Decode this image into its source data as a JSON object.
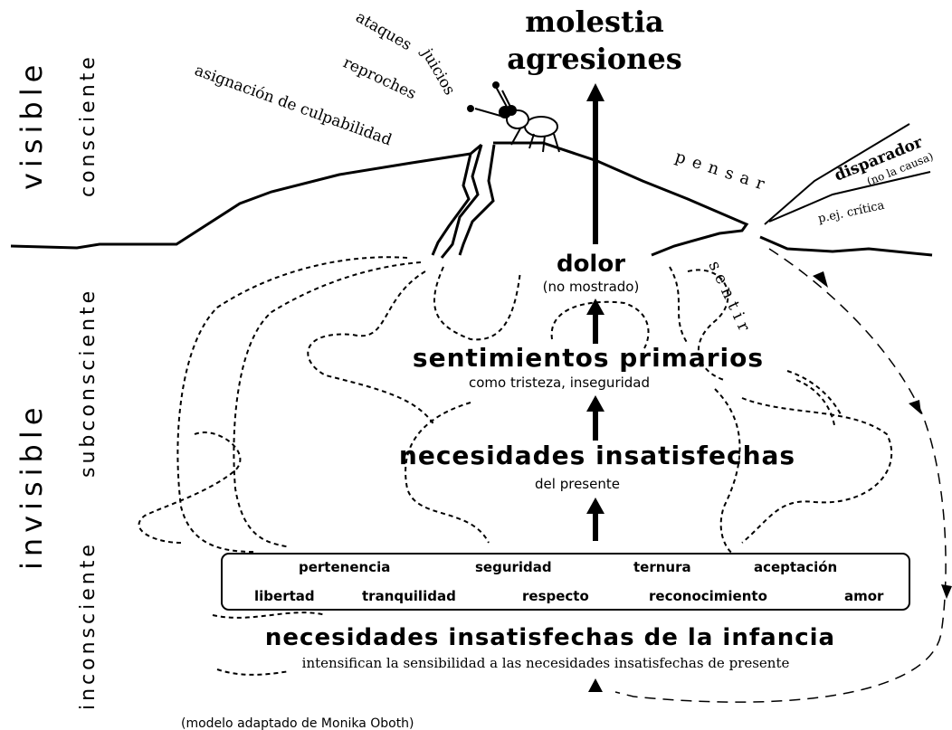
{
  "levels": {
    "visible": "visible",
    "consciente": "consciente",
    "invisible": "invisible",
    "subconsciente": "subconsciente",
    "inconsciente": "inconsciente"
  },
  "top": {
    "molestia": "molestia",
    "agresiones": "agresiones"
  },
  "behaviors": {
    "ataques": "ataques",
    "juicios": "juicios",
    "reproches": "reproches",
    "asignacion": "asignación de culpabilidad"
  },
  "trigger": {
    "pensar": "pensar",
    "sentir": "sentir",
    "disparador": "disparador",
    "no_la_causa": "(no la causa)",
    "ejemplo": "p.ej. crítica"
  },
  "layers": {
    "dolor": "dolor",
    "no_mostrado": "(no mostrado)",
    "sentimientos": "sentimientos primarios",
    "sentimientos_sub": "como tristeza, inseguridad",
    "necesidades": "necesidades insatisfechas",
    "necesidades_sub": "del presente"
  },
  "needs_box": {
    "row1": [
      "pertenencia",
      "seguridad",
      "ternura",
      "aceptación"
    ],
    "row2": [
      "libertad",
      "tranquilidad",
      "respecto",
      "reconocimiento",
      "amor"
    ]
  },
  "infancia": {
    "title": "necesidades insatisfechas de la infancia",
    "subtitle": "intensifican la sensibilidad a las necesidades insatisfechas de presente"
  },
  "credit": "(modelo adaptado de Monika Oboth)"
}
